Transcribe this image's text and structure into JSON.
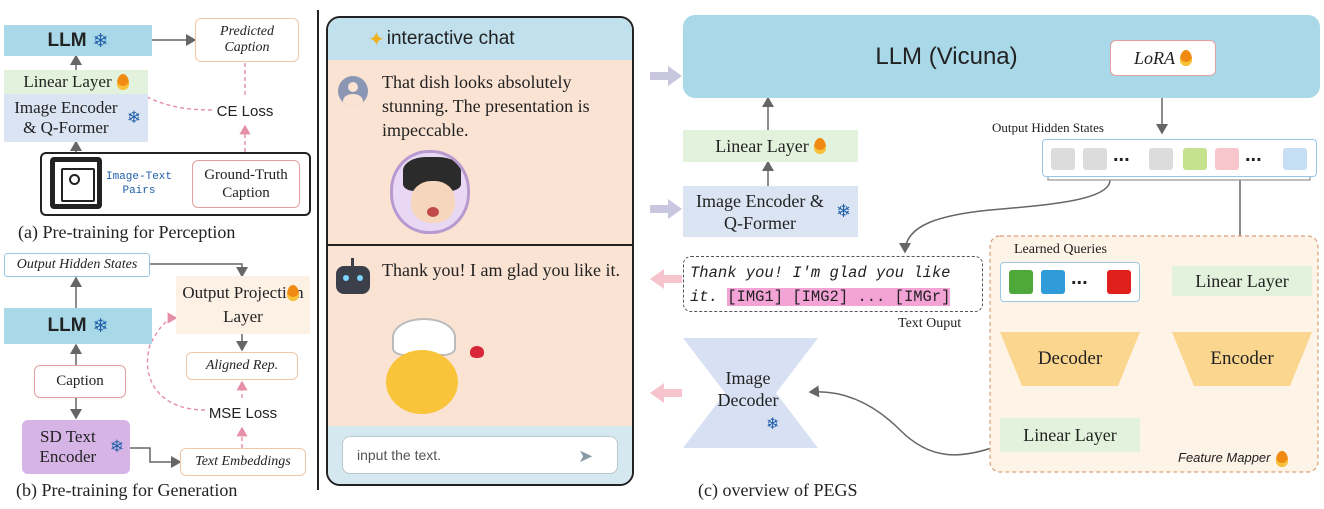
{
  "panel_a": {
    "llm": "LLM",
    "predicted_caption": "Predicted Caption",
    "linear_layer": "Linear Layer",
    "ce_loss": "CE Loss",
    "image_encoder": "Image Encoder & Q-Former",
    "image_text_pairs": "Image-Text Pairs",
    "ground_truth_caption": "Ground-Truth Caption",
    "caption": "(a) Pre-training for Perception"
  },
  "panel_b": {
    "output_hidden_states": "Output Hidden States",
    "output_projection": "Output Projection Layer",
    "llm": "LLM",
    "aligned_rep": "Aligned Rep.",
    "caption_box": "Caption",
    "mse_loss": "MSE Loss",
    "sd_text_encoder": "SD Text Encoder",
    "text_embeddings": "Text Embeddings",
    "caption": "(b) Pre-training for Generation"
  },
  "chat": {
    "title": "interactive chat",
    "user_message": "That dish looks absolutely stunning. The presentation is impeccable.",
    "bot_message": "Thank you! I am glad you like it.",
    "input_placeholder": "input the text."
  },
  "panel_c": {
    "llm": "LLM (Vicuna)",
    "lora": "LoRA",
    "linear_layer": "Linear Layer",
    "image_encoder": "Image Encoder & Q-Former",
    "output_hidden_states": "Output Hidden States",
    "text_output": "Thank you! I'm glad you like it.",
    "img_tokens": "[IMG1] [IMG2] ... [IMGr]",
    "text_output_label": "Text Ouput",
    "learned_queries": "Learned Queries",
    "linear_layer_right": "Linear Layer",
    "decoder": "Decoder",
    "encoder": "Encoder",
    "image_decoder": "Image Decoder",
    "linear_layer_bottom": "Linear Layer",
    "feature_mapper": "Feature Mapper",
    "ellipsis": "...",
    "caption": "(c) overview of PEGS"
  },
  "colors": {
    "llm_blue": "#a9d8e8",
    "encoder_blue": "#dbe4f3",
    "linear_green": "#e3f2dc",
    "decoder_orange": "#fbd68f",
    "loss_pink": "#e8a0b4",
    "arrow_gray": "#666666",
    "text_token_pink": "#f3a3d6",
    "chat_peach": "#fbe3d3"
  }
}
